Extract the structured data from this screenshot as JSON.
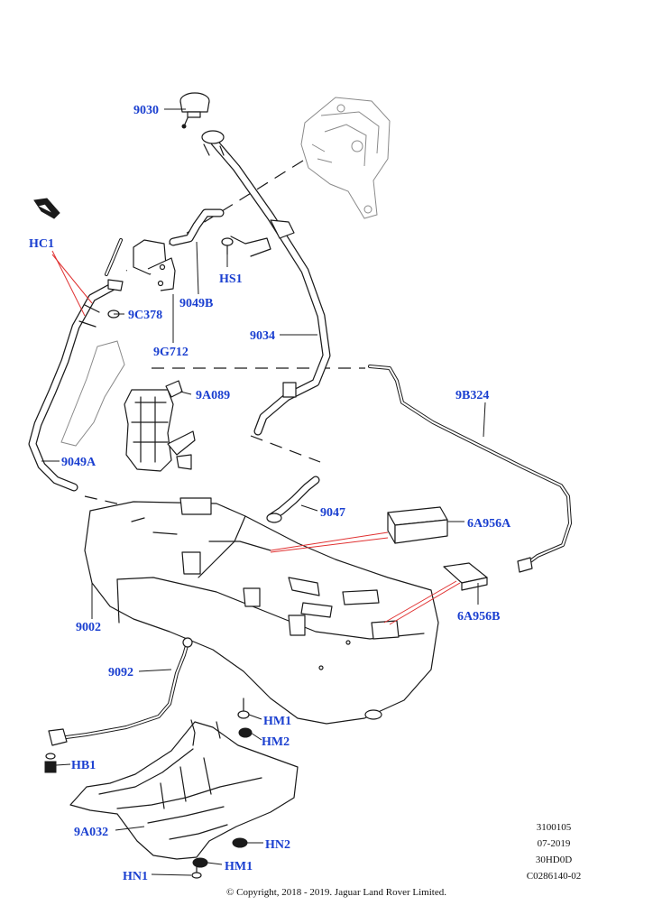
{
  "callouts": {
    "c9030": "9030",
    "cHC1": "HC1",
    "cHS1": "HS1",
    "c9049B": "9049B",
    "c9C378": "9C378",
    "c9G712": "9G712",
    "c9034": "9034",
    "c9B324": "9B324",
    "c9A089": "9A089",
    "c9049A": "9049A",
    "c9047": "9047",
    "c6A956A": "6A956A",
    "c9002": "9002",
    "c6A956B": "6A956B",
    "c9092": "9092",
    "cHM1a": "HM1",
    "cHM2": "HM2",
    "cHB1": "HB1",
    "c9A032": "9A032",
    "cHN2": "HN2",
    "cHN1": "HN1",
    "cHM1b": "HM1"
  },
  "reference": {
    "code": "3100105",
    "date": "07-2019",
    "model": "30HD0D",
    "illustration": "C0286140-02"
  },
  "copyright": "© Copyright, 2018 - 2019. Jaguar Land Rover Limited."
}
